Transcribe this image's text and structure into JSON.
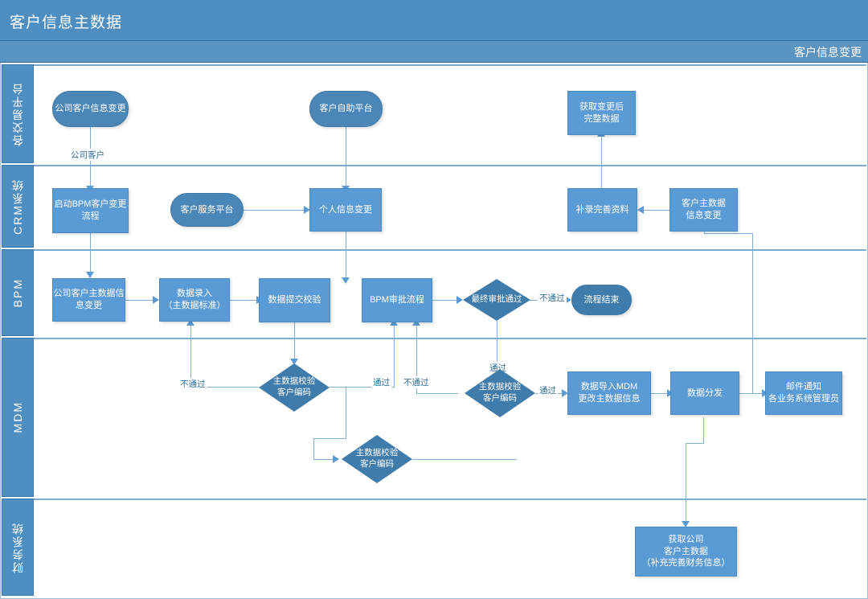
{
  "header": {
    "title": "客户信息主数据",
    "phase": "客户信息变更"
  },
  "lanes": [
    {
      "id": "trade",
      "label": "各交易平台"
    },
    {
      "id": "crm",
      "label": "CRM系统"
    },
    {
      "id": "bpm",
      "label": "BPM"
    },
    {
      "id": "mdm",
      "label": "MDM"
    },
    {
      "id": "finance",
      "label": "财务系统"
    }
  ],
  "nodes": {
    "corp_cust_info_change": "公司客户信息变更",
    "cust_self_platform": "客户自助平台",
    "get_changed_full_data": "获取变更后\n完整数据",
    "start_bpm_change_flow": "启动BPM客户变更\n流程",
    "cust_service_platform": "客户服务平台",
    "personal_info_change": "个人信息变更",
    "supplement_data": "补录完善资料",
    "cust_master_info_change": "客户主数据\n信息变更",
    "corp_master_info_change": "公司客户主数据信\n息变更",
    "data_entry": "数据录入\n（主数据标准）",
    "data_submit_check": "数据提交校验",
    "bpm_approval_flow": "BPM审批流程",
    "final_approval": "最终审批通过",
    "flow_end": "流程结束",
    "md_check_code_1": "主数据校验\n客户编码",
    "md_check_code_2": "主数据校验\n客户编码",
    "md_check_code_3": "主数据校验\n客户编码",
    "import_mdm": "数据导入MDM\n更改主数据信息",
    "data_distribute": "数据分发",
    "mail_notify": "邮件通知\n各业务系统管理员",
    "get_corp_master_fin": "获取公司\n客户主数据\n（补充完善财务信息）"
  },
  "edge_labels": {
    "corp_customer": "公司客户",
    "fail_1": "不通过",
    "pass_1": "通过",
    "fail_2": "不通过",
    "pass_2": "通过",
    "pass_3": "通过",
    "fail_3": "不通过"
  },
  "colors": {
    "header_band": "#4f8ec0",
    "phase_band": "#5a94c2",
    "lane_label": "#4f8ec0",
    "process_fill": "#5b9bd5",
    "decision_fill": "#3f7cab",
    "terminator_fill": "#4a87b8",
    "connector": "#7fb0d8",
    "label_text": "#2f6b9a",
    "frame_border": "#9dbdd8"
  }
}
